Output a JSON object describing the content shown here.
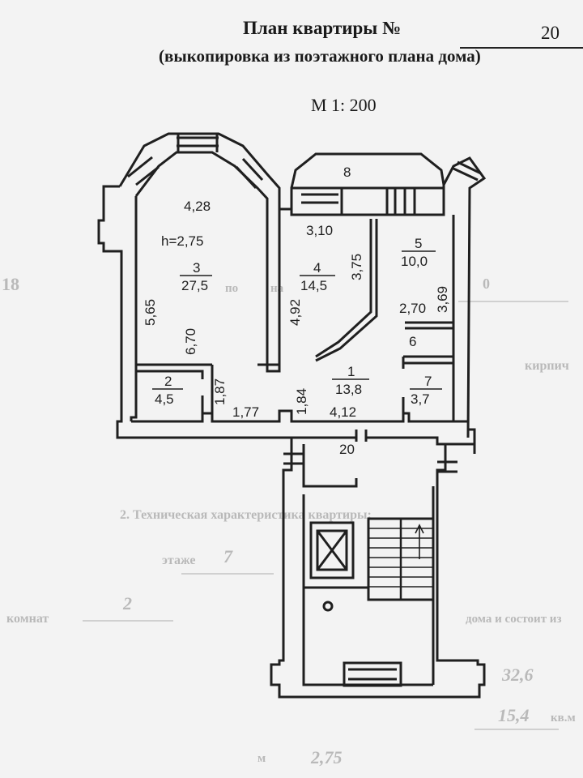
{
  "header": {
    "title": "План квартиры №",
    "apartment_number": "20",
    "subtitle": "(выкопировка из поэтажного плана дома)",
    "scale": "М  1: 200"
  },
  "plan": {
    "rooms": [
      {
        "number": "3",
        "area": "27,5"
      },
      {
        "number": "4",
        "area": "14,5"
      },
      {
        "number": "5",
        "area": "10,0"
      },
      {
        "number": "2",
        "area": "4,5"
      },
      {
        "number": "1",
        "area": "13,8"
      },
      {
        "number": "7",
        "area": "3,7"
      },
      {
        "number": "6"
      },
      {
        "number": "8"
      }
    ],
    "ceiling_height": "h=2,75",
    "dimensions": {
      "d_4_28": "4,28",
      "d_5_65": "5,65",
      "d_6_70": "6,70",
      "d_3_10": "3,10",
      "d_3_75": "3,75",
      "d_4_92": "4,92",
      "d_3_69": "3,69",
      "d_2_70": "2,70",
      "d_1_87": "1,87",
      "d_1_77": "1,77",
      "d_1_84": "1,84",
      "d_4_12": "4,12"
    },
    "stair_label": "20"
  },
  "background_text": {
    "t1": "0",
    "t2": "по",
    "t3": "на",
    "t4": "18",
    "t5": "кирпич",
    "t6": "2.  Техническая характеристика квартиры:",
    "t7": "этаже",
    "t8": "7",
    "t9": "2",
    "t10": "комнат",
    "t11": "дома и состоит из",
    "t12": "32,6",
    "t13": "15,4",
    "t14": "кв.м",
    "t15": "2,75",
    "t16": "м"
  }
}
